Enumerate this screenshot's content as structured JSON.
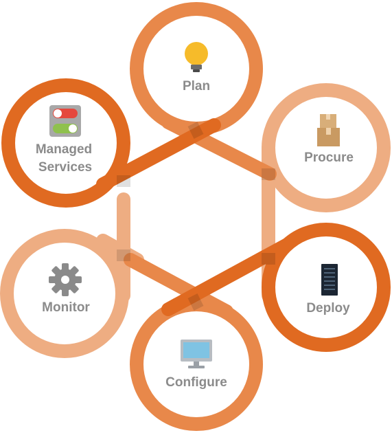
{
  "colors": {
    "dark_orange": "#E06A21",
    "mid_orange": "#E8884A",
    "light_orange": "#EEAD82",
    "label_gray": "#8B8B8B"
  },
  "nodes": {
    "plan": {
      "label": "Plan",
      "icon": "lightbulb-icon"
    },
    "procure": {
      "label": "Procure",
      "icon": "boxes-icon"
    },
    "deploy": {
      "label": "Deploy",
      "icon": "server-rack-icon"
    },
    "configure": {
      "label": "Configure",
      "icon": "monitor-icon"
    },
    "monitor": {
      "label": "Monitor",
      "icon": "gear-icon"
    },
    "managed_services": {
      "label_line1": "Managed",
      "label_line2": "Services",
      "icon": "toggle-switches-icon"
    }
  }
}
